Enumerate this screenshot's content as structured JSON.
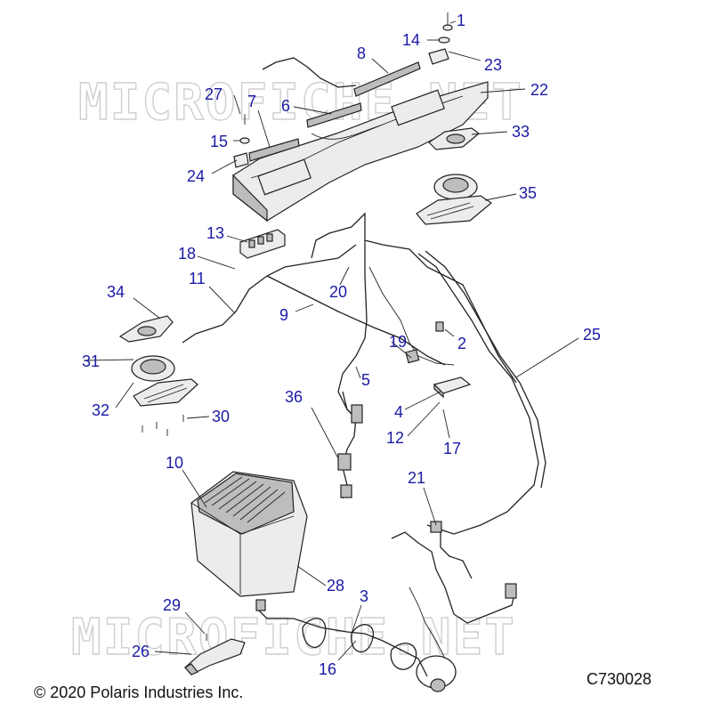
{
  "diagram": {
    "watermark_top": "MICROFICHE.NET",
    "watermark_bottom": "MICROFICHE.NET",
    "copyright": "© 2020 Polaris Industries Inc.",
    "figure_id": "C730028"
  },
  "callouts": [
    "1",
    "2",
    "3",
    "4",
    "5",
    "6",
    "7",
    "8",
    "9",
    "10",
    "11",
    "12",
    "13",
    "14",
    "15",
    "16",
    "17",
    "18",
    "19",
    "20",
    "21",
    "22",
    "23",
    "24",
    "25",
    "26",
    "27",
    "28",
    "29",
    "30",
    "31",
    "32",
    "33",
    "34",
    "35",
    "36"
  ]
}
